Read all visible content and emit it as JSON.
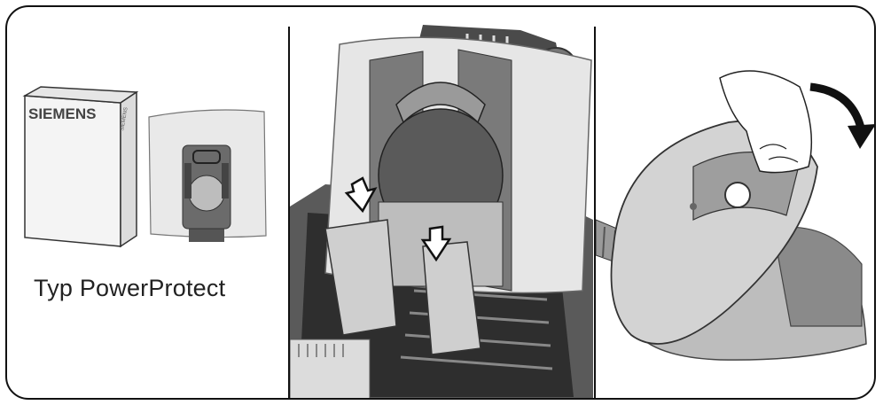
{
  "panels": [
    {
      "id": "bag-type",
      "box_brand": "SIEMENS",
      "box_side_text": "SIEMENS",
      "caption": "Typ PowerProtect"
    },
    {
      "id": "insert-bag"
    },
    {
      "id": "close-lid"
    }
  ],
  "colors": {
    "frame": "#111111",
    "device_light": "#d9d9d9",
    "device_mid": "#9a9a9a",
    "device_dark": "#3a3a3a",
    "bag_fill": "#e8e8e8"
  }
}
